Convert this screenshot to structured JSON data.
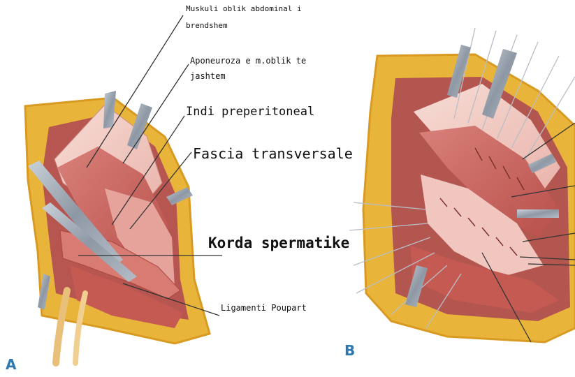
{
  "labels": {
    "muskuli_line1": "Muskuli oblik abdominal i",
    "muskuli_line2": "brendshem",
    "aponeuroza_line1": "Aponeuroza e m.oblik te",
    "aponeuroza_line2": "jashtem",
    "indi": "Indi preperitoneal",
    "fascia": "Fascia transversale",
    "korda": "Korda spermatike",
    "ligamenti": "Ligamenti Poupart"
  },
  "panels": {
    "a": "A",
    "b": "B"
  },
  "colors": {
    "fat": "#e8b53a",
    "fat_edge": "#d99a22",
    "muscle": "#c7605a",
    "muscle_light": "#e8a8a0",
    "fascia": "#f2cfc8",
    "retractor": "#9aa4b0",
    "panel_letter": "#2d78b0"
  }
}
